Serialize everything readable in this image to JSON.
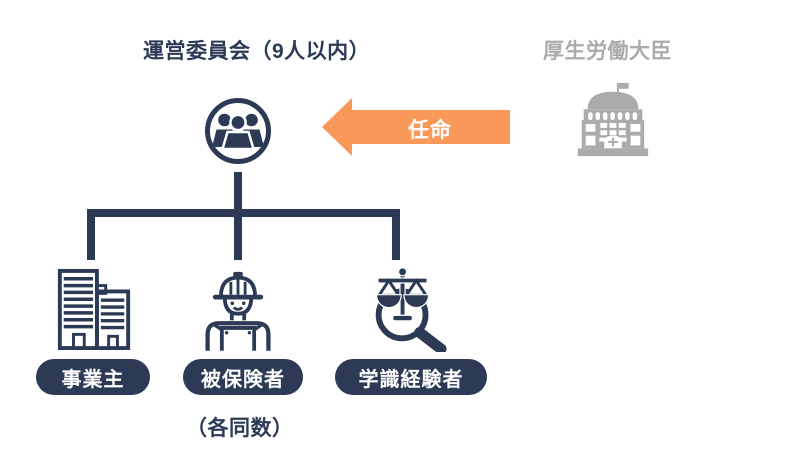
{
  "header": {
    "committee_title": "運営委員会（9人以内）",
    "minister_label": "厚生労働大臣"
  },
  "arrow": {
    "label": "任命",
    "direction": "left",
    "color": "#f8995a"
  },
  "committee_icon": "group-people-icon",
  "minister_icon": "government-building-icon",
  "members": [
    {
      "label": "事業主",
      "icon": "office-building-icon"
    },
    {
      "label": "被保険者",
      "icon": "construction-worker-icon"
    },
    {
      "label": "学識経験者",
      "icon": "scales-magnifier-icon"
    }
  ],
  "note": "（各同数）",
  "colors": {
    "navy": "#2d3a55",
    "orange": "#f8995a",
    "gray": "#ababab",
    "background": "#ffffff"
  }
}
